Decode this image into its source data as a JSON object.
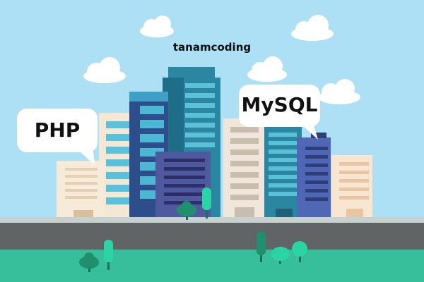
{
  "brand": "tanamcoding",
  "bubbles": {
    "php": "PHP",
    "mysql": "MySQL"
  },
  "colors": {
    "sky": "#ade0f5",
    "road": "#616465",
    "grass": "#37bf9c",
    "sidewalk": "#c6d1d0",
    "cloud": "#ffffff",
    "building_teal": "#2b86a1",
    "building_navy": "#2d4e8a",
    "building_purple": "#4f5a9e",
    "building_cream": "#f3e8d6",
    "tree": "#2bc49a"
  },
  "icons": [
    "cloud-icon",
    "tree-icon",
    "speech-bubble-icon"
  ]
}
